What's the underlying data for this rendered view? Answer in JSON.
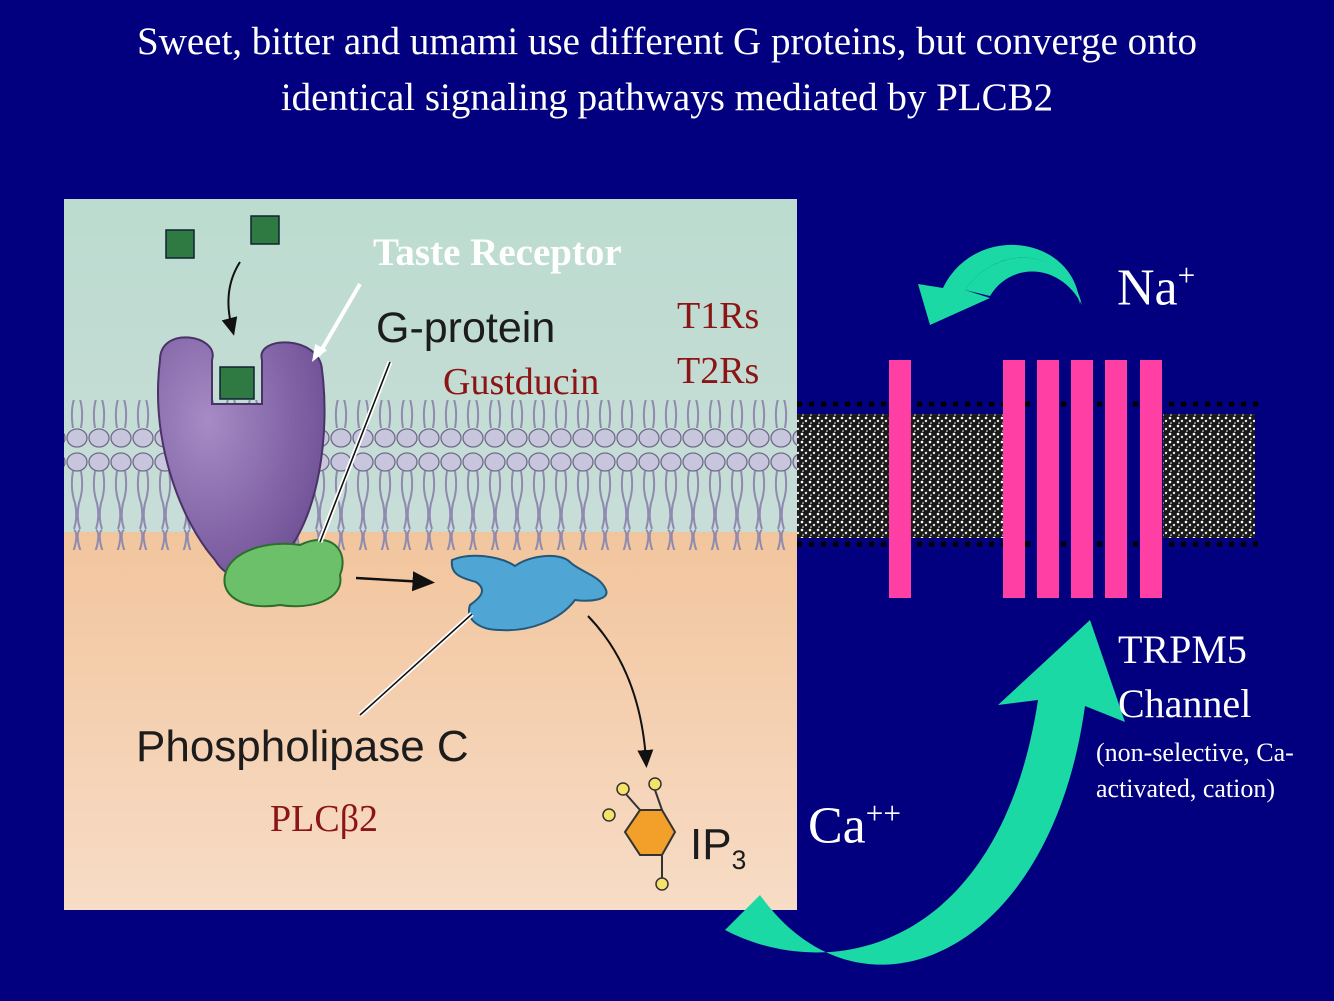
{
  "title": {
    "line1": "Sweet, bitter and umami use different G proteins, but converge onto",
    "line2": "identical signaling pathways mediated by PLCB2"
  },
  "labels": {
    "taste_receptor": "Taste Receptor",
    "g_protein": "G-protein",
    "gustducin": "Gustducin",
    "t1rs": "T1Rs",
    "t2rs": "T2Rs",
    "phospholipase_c": "Phospholipase C",
    "plcb2": "PLCβ2",
    "ip": "IP",
    "ip_subscript": "3",
    "na": "Na",
    "na_superscript": "+",
    "ca": "Ca",
    "ca_superscript": "++",
    "trpm5": "TRPM5",
    "channel": "Channel",
    "channel_note_line1": "(non-selective, Ca-",
    "channel_note_line2": "activated, cation)"
  },
  "colors": {
    "background": "#02007f",
    "receptor": "#7b5aa3",
    "g_protein": "#6cc069",
    "plc": "#4fa6d4",
    "ip3": "#f2a02a",
    "channel_bar": "#ff3fa4",
    "flow_arrow": "#1ad9a5",
    "ligand": "#2e7a42",
    "label_maroon": "#8b1414"
  }
}
